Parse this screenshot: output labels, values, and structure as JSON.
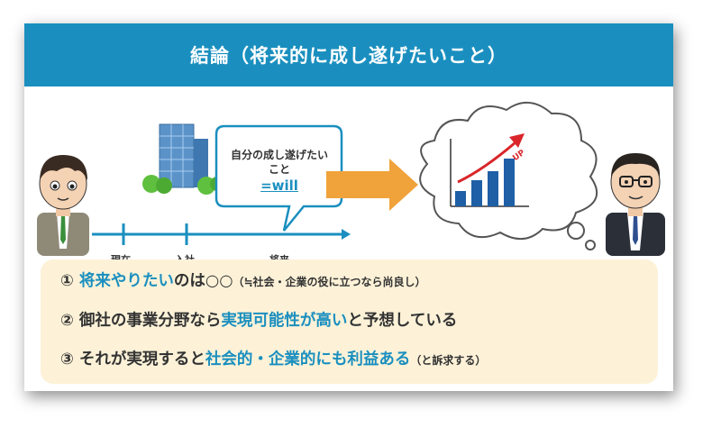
{
  "title": "結論（将来的に成し遂げたいこと）",
  "bubble": {
    "line1": "自分の成し遂げたい",
    "line2": "こと",
    "will": "=will"
  },
  "timeline": {
    "now": "現在",
    "join": "入社",
    "future": "将来"
  },
  "chart_badge": "UP",
  "points": [
    {
      "num": "①",
      "hl": "将来やりたい",
      "rest": "のは○○",
      "note": "（≒社会・企業の役に立つなら尚良し）"
    },
    {
      "num": "②",
      "plain": "御社の事業分野なら",
      "hl": "実現可能性が高い",
      "rest": "と予想している"
    },
    {
      "num": "③",
      "plain": "それが実現すると",
      "hl": "社会的・企業的にも利益ある",
      "note": "（と訴求する）"
    }
  ],
  "colors": {
    "accent": "#1a8fbf",
    "panel": "#fdf2d8",
    "arrow": "#f0a33a",
    "bars": "#1f5fa6",
    "up_arrow": "#d9262a"
  }
}
